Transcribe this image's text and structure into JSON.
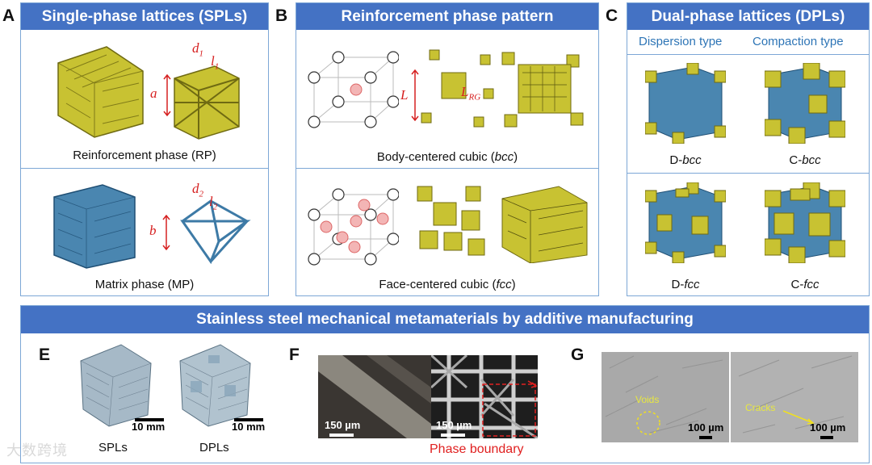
{
  "panels": {
    "A": {
      "letter": "A",
      "header": "Single-phase lattices (SPLs)",
      "rp_caption": "Reinforcement phase (RP)",
      "mp_caption": "Matrix phase (MP)",
      "labels": {
        "d1": "d",
        "d1_sub": "1",
        "l1": "l",
        "l1_sub": "1",
        "a": "a",
        "d2": "d",
        "d2_sub": "2",
        "l2": "l",
        "l2_sub": "2",
        "b": "b"
      }
    },
    "B": {
      "letter": "B",
      "header": "Reinforcement phase pattern",
      "bcc_caption_pre": "Body-centered cubic (",
      "bcc_caption_it": "bcc",
      "fcc_caption_pre": "Face-centered cubic (",
      "fcc_caption_it": "fcc",
      "caption_post": ")",
      "labels": {
        "L": "L",
        "LRG": "L",
        "LRG_sub": "RG"
      }
    },
    "C": {
      "letter": "C",
      "header": "Dual-phase lattices (DPLs)",
      "dispersion": "Dispersion type",
      "compaction": "Compaction type",
      "d_bcc_pre": "D-",
      "d_bcc_it": "bcc",
      "c_bcc_pre": "C-",
      "c_bcc_it": "bcc",
      "d_fcc_pre": "D-",
      "d_fcc_it": "fcc",
      "c_fcc_pre": "C-",
      "c_fcc_it": "fcc"
    },
    "bottom": {
      "header": "Stainless steel mechanical metamaterials by additive manufacturing",
      "E": {
        "letter": "E",
        "scale1": "10 mm",
        "scale2": "10 mm",
        "cap1": "SPLs",
        "cap2": "DPLs"
      },
      "F": {
        "letter": "F",
        "scale1": "150 µm",
        "scale2": "150 µm",
        "boundary": "Phase boundary"
      },
      "G": {
        "letter": "G",
        "voids": "Voids",
        "cracks": "Cracks",
        "scale1": "100 µm",
        "scale2": "100 µm"
      }
    }
  },
  "watermark": "大数跨境",
  "colors": {
    "header_blue": "#4472c4",
    "border": "#7da7d6",
    "red": "#d62020",
    "yellow_lattice": "#c8c232",
    "blue_lattice": "#4a86b0"
  }
}
